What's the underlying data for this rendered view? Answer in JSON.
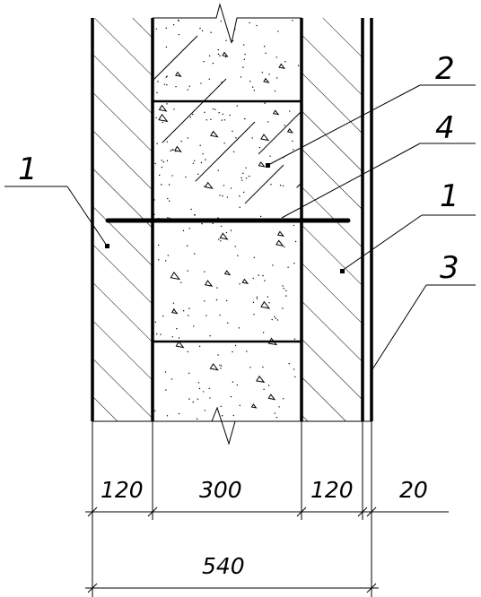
{
  "labels": {
    "left_1": "1",
    "label_2": "2",
    "label_4": "4",
    "right_1": "1",
    "label_3": "3"
  },
  "dimensions": {
    "left_brick": "120",
    "core": "300",
    "right_brick": "120",
    "facing": "20",
    "total": "540"
  }
}
